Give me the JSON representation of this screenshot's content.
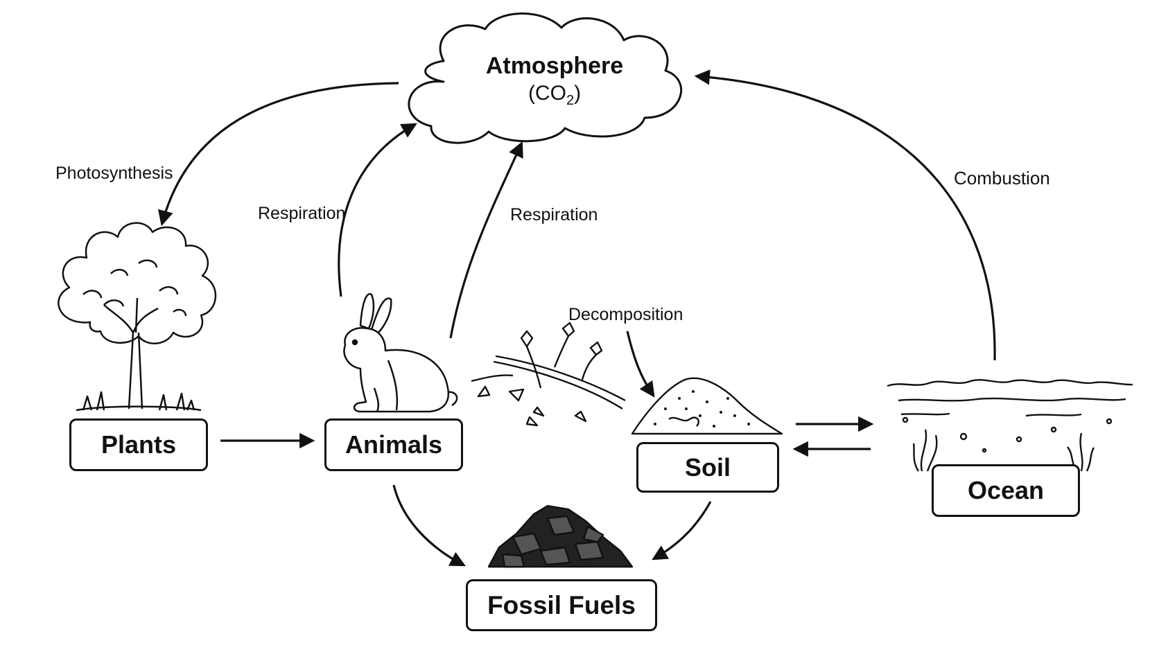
{
  "atmosphere": {
    "title": "Atmosphere",
    "formula": "(CO",
    "subscript": "2",
    "formula_close": ")"
  },
  "nodes": {
    "plants": "Plants",
    "animals": "Animals",
    "soil": "Soil",
    "ocean": "Ocean",
    "fossil_fuels": "Fossil Fuels"
  },
  "processes": {
    "photosynthesis": "Photosynthesis",
    "respiration_animals": "Respiration",
    "respiration_right": "Respiration",
    "decomposition": "Decomposition",
    "combustion": "Combustion"
  },
  "icons": {
    "atmosphere": "cloud-icon",
    "plants": "tree-icon",
    "animals": "rabbit-icon",
    "decomposition": "fallen-branch-icon",
    "soil": "soil-pile-icon",
    "ocean": "ocean-waves-icon",
    "fossil_fuels": "coal-pile-icon"
  },
  "colors": {
    "ink": "#111111",
    "background": "#ffffff"
  }
}
